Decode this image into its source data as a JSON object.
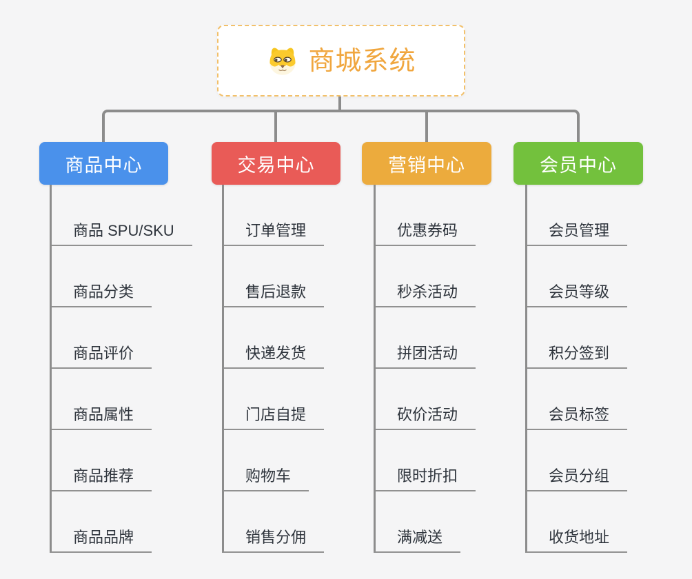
{
  "page": {
    "background_color": "#f5f5f6",
    "connector_color": "#8c8c8c"
  },
  "root": {
    "title": "商城系统",
    "icon": "dog-face-icon",
    "accent_color": "#f0a63e",
    "border_color": "#f2c06a"
  },
  "branches": [
    {
      "label": "商品中心",
      "color": "#4a91eb",
      "items": [
        "商品 SPU/SKU",
        "商品分类",
        "商品评价",
        "商品属性",
        "商品推荐",
        "商品品牌"
      ]
    },
    {
      "label": "交易中心",
      "color": "#e95b57",
      "items": [
        "订单管理",
        "售后退款",
        "快递发货",
        "门店自提",
        "购物车",
        "销售分佣"
      ]
    },
    {
      "label": "营销中心",
      "color": "#ecab3d",
      "items": [
        "优惠券码",
        "秒杀活动",
        "拼团活动",
        "砍价活动",
        "限时折扣",
        "满减送"
      ]
    },
    {
      "label": "会员中心",
      "color": "#73c13d",
      "items": [
        "会员管理",
        "会员等级",
        "积分签到",
        "会员标签",
        "会员分组",
        "收货地址"
      ]
    }
  ]
}
